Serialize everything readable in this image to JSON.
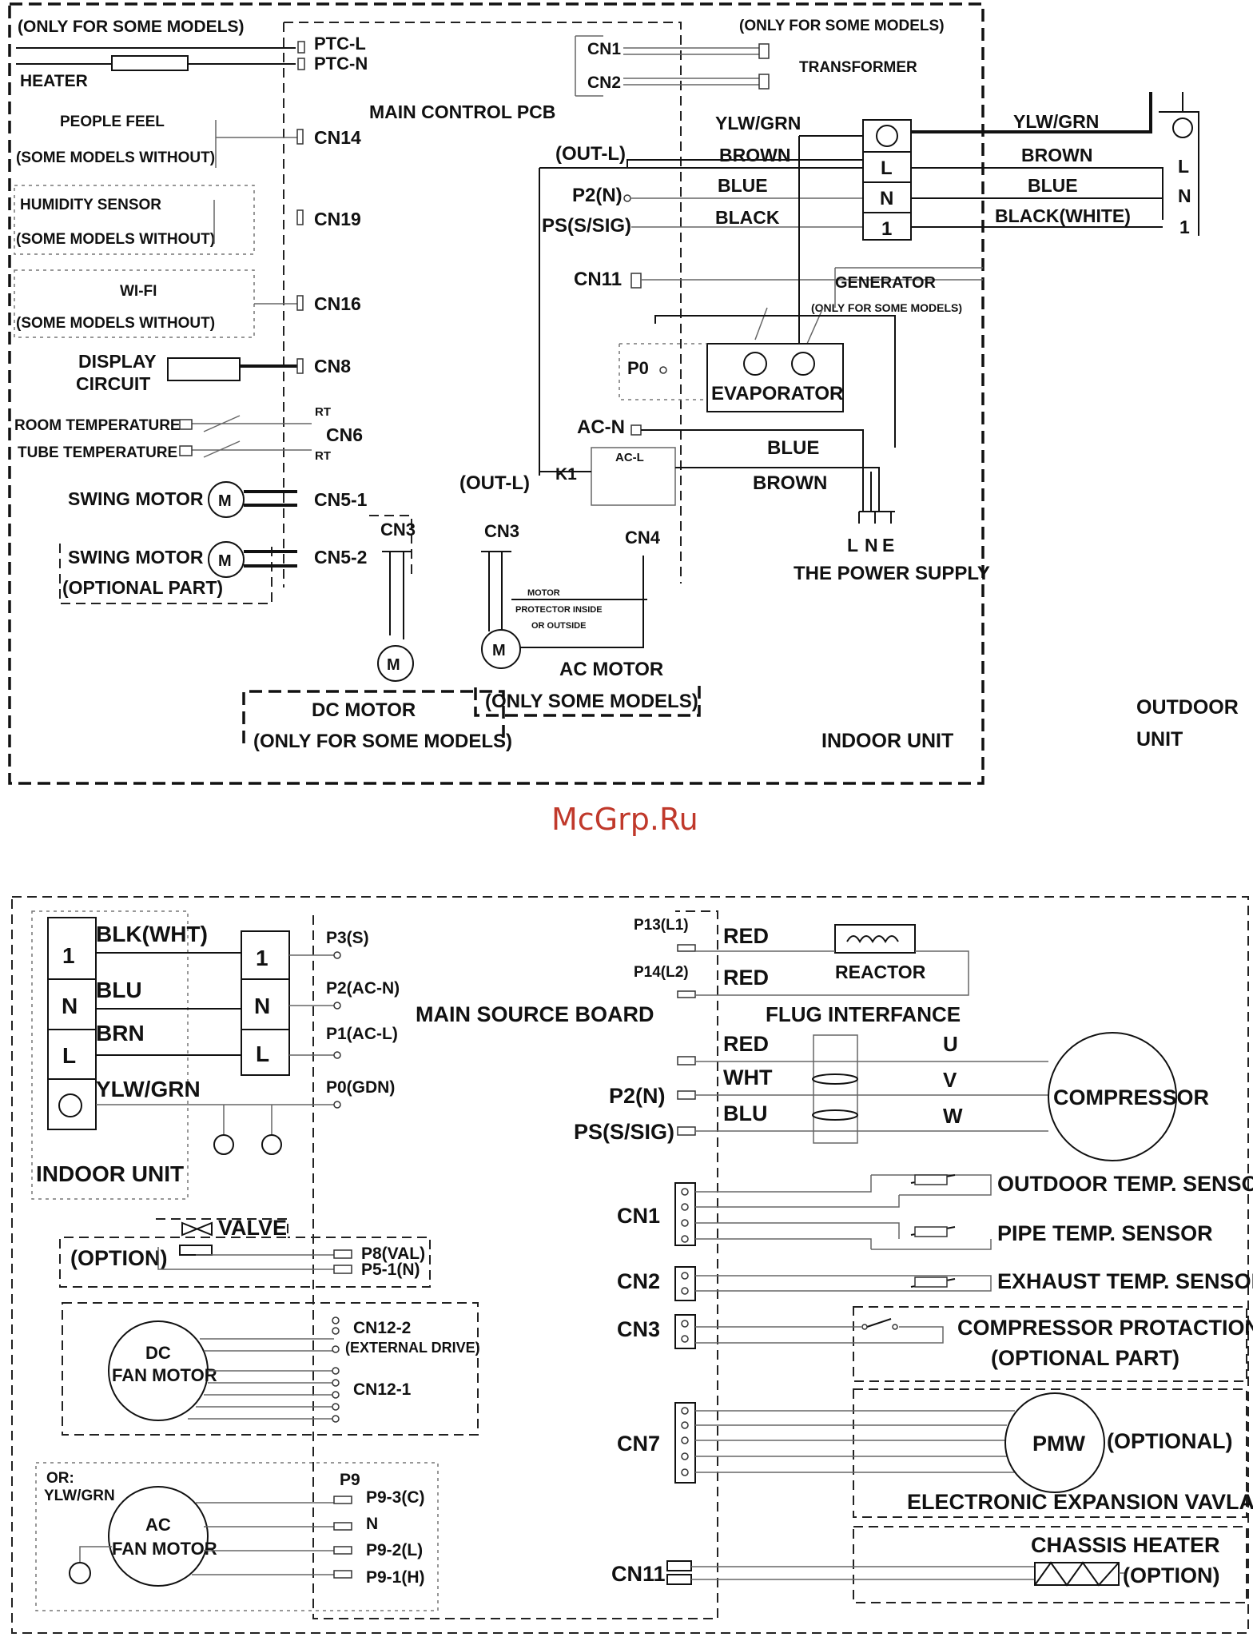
{
  "watermark": "McGrp.Ru",
  "colors": {
    "watermark": "#c0392b",
    "line": "#111111",
    "background": "#ffffff"
  },
  "indoor_diagram": {
    "heater_note": "(ONLY FOR SOME MODELS)",
    "heater": "HEATER",
    "ptc_l": "PTC-L",
    "ptc_n": "PTC-N",
    "transformer_note": "(ONLY FOR SOME MODELS)",
    "transformer": "TRANSFORMER",
    "cn1": "CN1",
    "cn2": "CN2",
    "main_pcb": "MAIN CONTROL PCB",
    "people_feel": "PEOPLE FEEL",
    "people_feel_note": "(SOME MODELS WITHOUT)",
    "cn14": "CN14",
    "humidity": "HUMIDITY SENSOR",
    "humidity_note": "(SOME MODELS WITHOUT)",
    "cn19": "CN19",
    "wifi": "WI-FI",
    "wifi_note": "(SOME MODELS WITHOUT)",
    "cn16": "CN16",
    "display_1": "DISPLAY",
    "display_2": "CIRCUIT",
    "cn8": "CN8",
    "room_temp": "ROOM TEMPERATURE",
    "tube_temp": "TUBE TEMPERATURE",
    "rt": "RT",
    "cn6": "CN6",
    "swing_1": "SWING MOTOR",
    "cn5_1": "CN5-1",
    "swing_2": "SWING MOTOR",
    "optional_part": "(OPTIONAL PART)",
    "cn5_2": "CN5-2",
    "m": "M",
    "cn3": "CN3",
    "cn4": "CN4",
    "dc_motor": "DC MOTOR",
    "dc_motor_note": "(ONLY FOR SOME MODELS)",
    "ac_motor": "AC MOTOR",
    "ac_motor_note": "(ONLY SOME MODELS)",
    "motor_prot_1": "MOTOR",
    "motor_prot_2": "PROTECTOR INSIDE",
    "motor_prot_3": "OR OUTSIDE",
    "out_l": "(OUT-L)",
    "out_l_2": "(OUT-L)",
    "p2n": "P2(N)",
    "ps": "PS(S/SIG)",
    "cn11": "CN11",
    "p0": "P0",
    "ac_n": "AC-N",
    "ac_l": "AC-L",
    "k1": "K1",
    "generator": "GENERATOR",
    "generator_note": "(ONLY FOR SOME MODELS)",
    "evaporator": "EVAPORATOR",
    "terminal_l": "L",
    "terminal_n": "N",
    "terminal_1": "1",
    "wire_ylwgrn": "YLW/GRN",
    "wire_brown": "BROWN",
    "wire_blue": "BLUE",
    "wire_black": "BLACK",
    "wire_ylwgrn_r": "YLW/GRN",
    "wire_brown_r": "BROWN",
    "wire_blue_r": "BLUE",
    "wire_black_white": "BLACK(WHITE)",
    "out_l_term": "L",
    "out_n_term": "N",
    "out_1_term": "1",
    "wire_blue_ps": "BLUE",
    "wire_brown_ps": "BROWN",
    "power_l": "L",
    "power_n": "N",
    "power_e": "E",
    "power_supply": "THE POWER SUPPLY",
    "indoor_unit": "INDOOR UNIT",
    "outdoor_1": "OUTDOOR",
    "outdoor_2": "UNIT"
  },
  "outdoor_diagram": {
    "indoor_1": "1",
    "indoor_n": "N",
    "indoor_l": "L",
    "blk_wht": "BLK(WHT)",
    "blu": "BLU",
    "brn": "BRN",
    "ylw_grn": "YLW/GRN",
    "term_1": "1",
    "term_n": "N",
    "term_l": "L",
    "p3": "P3(S)",
    "p2": "P2(AC-N)",
    "p1": "P1(AC-L)",
    "p0": "P0(GDN)",
    "indoor_unit": "INDOOR UNIT",
    "main_board": "MAIN SOURCE BOARD",
    "p13": "P13(L1)",
    "p14": "P14(L2)",
    "red_1": "RED",
    "red_2": "RED",
    "reactor": "REACTOR",
    "flug": "FLUG INTERFANCE",
    "red_u": "RED",
    "wht_v": "WHT",
    "blu_w": "BLU",
    "u": "U",
    "v": "V",
    "w": "W",
    "compressor": "COMPRESSOR",
    "p2n": "P2(N)",
    "ps": "PS(S/SIG)",
    "valve": "VALVE",
    "option": "(OPTION)",
    "p8": "P8(VAL)",
    "p5": "P5-1(N)",
    "dc_fan_1": "DC",
    "dc_fan_2": "FAN MOTOR",
    "cn12_2": "CN12-2",
    "external_drive": "(EXTERNAL DRIVE)",
    "cn12_1": "CN12-1",
    "or": "OR:",
    "or_ylwgrn": "YLW/GRN",
    "ac_fan_1": "AC",
    "ac_fan_2": "FAN MOTOR",
    "p9": "P9",
    "p9_3": "P9-3(C)",
    "p9_n": "N",
    "p9_2": "P9-2(L)",
    "p9_1": "P9-1(H)",
    "cn1": "CN1",
    "cn2": "CN2",
    "cn3": "CN3",
    "cn7": "CN7",
    "cn11": "CN11",
    "outdoor_sensor": "OUTDOOR TEMP. SENSOR",
    "pipe_sensor": "PIPE TEMP. SENSOR",
    "exhaust_sensor": "EXHAUST TEMP. SENSOR",
    "comp_prot_1": "COMPRESSOR PROTACTION",
    "comp_prot_2": "(OPTIONAL PART)",
    "pmw": "PMW",
    "optional": "(OPTIONAL)",
    "eev": "ELECTRONIC EXPANSION VAVLA",
    "chassis_1": "CHASSIS HEATER",
    "chassis_2": "(OPTION)"
  }
}
